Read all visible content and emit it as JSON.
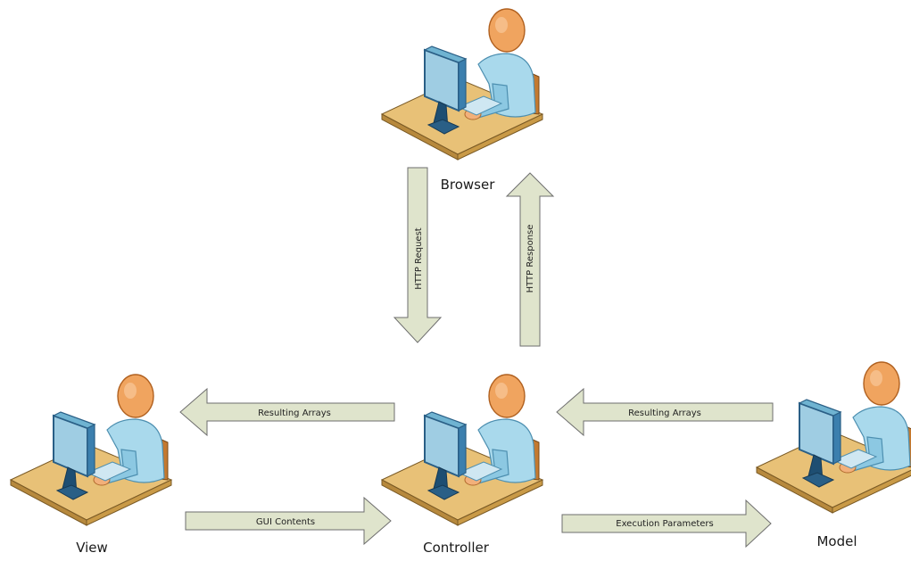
{
  "nodes": {
    "browser": {
      "label": "Browser"
    },
    "view": {
      "label": "View"
    },
    "controller": {
      "label": "Controller"
    },
    "model": {
      "label": "Model"
    }
  },
  "arrows": {
    "http_request": {
      "label": "HTTP Request"
    },
    "http_response": {
      "label": "HTTP Response"
    },
    "view_results": {
      "label": "Resulting Arrays"
    },
    "model_results": {
      "label": "Resulting Arrays"
    },
    "gui_contents": {
      "label": "GUI Contents"
    },
    "execution_parameters": {
      "label": "Execution Parameters"
    }
  },
  "colors": {
    "arrow_fill": "#dfe4cc",
    "arrow_stroke": "#6e6e6e",
    "desk_top": "#e8c177",
    "desk_side": "#b7893d",
    "person_body": "#a9d9ec",
    "person_body_dark": "#6fb3d1",
    "head": "#f0a45f",
    "head_dark": "#c06a2c",
    "monitor": "#9fcde3",
    "monitor_frame": "#2a5f86"
  }
}
